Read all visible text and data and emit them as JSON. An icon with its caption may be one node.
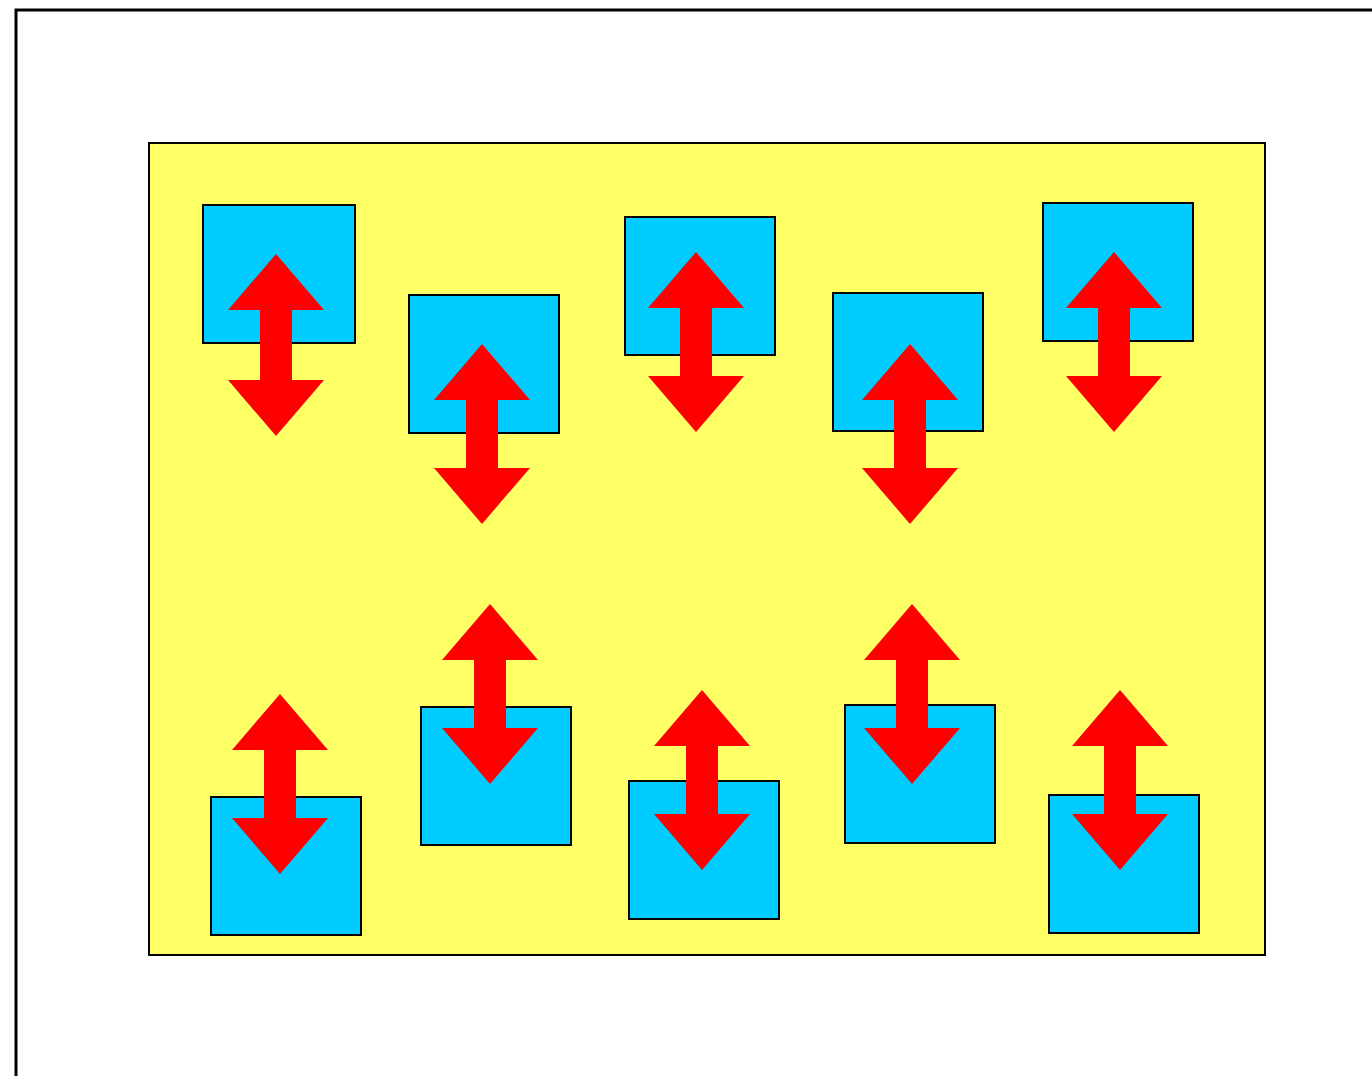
{
  "diagram": {
    "nodes": [
      {
        "text": [],
        "shape": "box"
      },
      {
        "text": [],
        "shape": "box",
        "in": 0
      },
      {
        "text": [],
        "shape": "box",
        "in": 0
      },
      {
        "text": [],
        "shape": "box",
        "in": 0
      },
      {
        "text": [],
        "shape": "box",
        "in": 0
      },
      {
        "text": [],
        "shape": "box",
        "in": 0
      },
      {
        "text": [],
        "shape": "box",
        "in": 0
      },
      {
        "text": [],
        "shape": "box",
        "in": 0
      },
      {
        "text": [],
        "shape": "box",
        "in": 0
      },
      {
        "text": [],
        "shape": "box",
        "in": 0
      },
      {
        "text": [],
        "shape": "box",
        "in": 0
      }
    ]
  }
}
